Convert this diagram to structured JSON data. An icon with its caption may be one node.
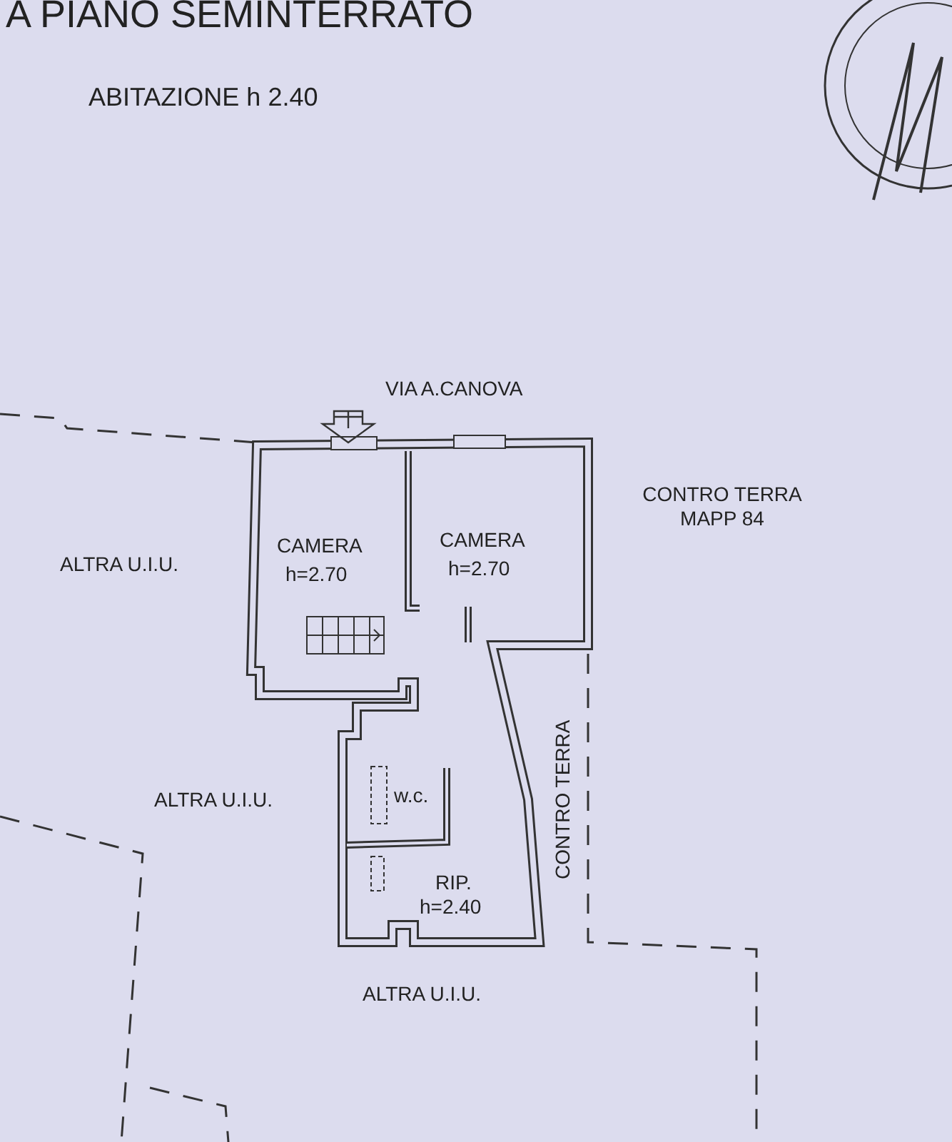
{
  "diagram": {
    "title": "A PIANO SEMINTERRATO",
    "labels": [
      "ABITAZIONE h 2.40",
      "VIA A.CANOVA",
      "CONTRO TERRA MAPP 84",
      "ALTRA U.I.U.",
      "CAMERA",
      "h=2.70",
      "CAMERA",
      "h=2.70",
      "ALTRA U.I.U.",
      "w.c.",
      "CONTRO TERRA",
      "RIP.",
      "h=2.40",
      "ALTRA U.I.U."
    ]
  }
}
